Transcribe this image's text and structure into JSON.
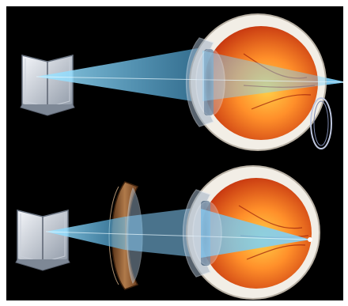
{
  "figure": {
    "panels": [
      {
        "id": "top",
        "lens": "none",
        "focus": "behind-retina"
      },
      {
        "id": "bottom",
        "lens": "converging-corrective-lens",
        "focus": "on-retina"
      }
    ],
    "icons": [
      "open-book-icon",
      "eyeball-icon",
      "crystalline-lens-icon",
      "corrective-lens-icon"
    ],
    "colors": {
      "background": "#000000",
      "light_beam": "#58c8ff",
      "retina": "#e4501c",
      "sclera": "#f2eee6",
      "lens_outline": "#c0c8e0",
      "glasses_frame": "#7a4a26"
    }
  }
}
